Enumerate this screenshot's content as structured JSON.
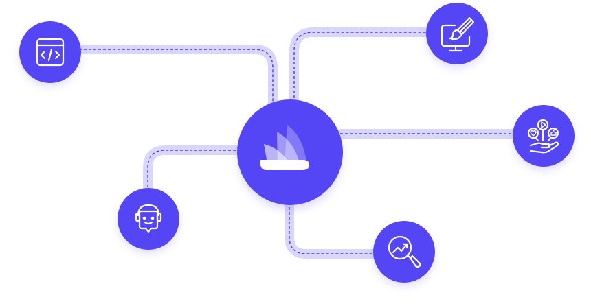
{
  "colors": {
    "accent": "#5446f5",
    "track": "#d8d6fd",
    "dash": "#4b3ff0",
    "icon": "#ffffff",
    "background": "#ffffff"
  },
  "diagram": {
    "center_node": {
      "icon": "brand-wing-logo-icon"
    },
    "satellite_nodes": [
      {
        "id": "code",
        "icon": "code-window-icon"
      },
      {
        "id": "design",
        "icon": "monitor-paintbrush-icon"
      },
      {
        "id": "engagement",
        "icon": "hand-social-engagement-icon"
      },
      {
        "id": "analytics",
        "icon": "magnifier-trend-icon"
      },
      {
        "id": "support",
        "icon": "support-bot-headset-icon"
      }
    ]
  }
}
